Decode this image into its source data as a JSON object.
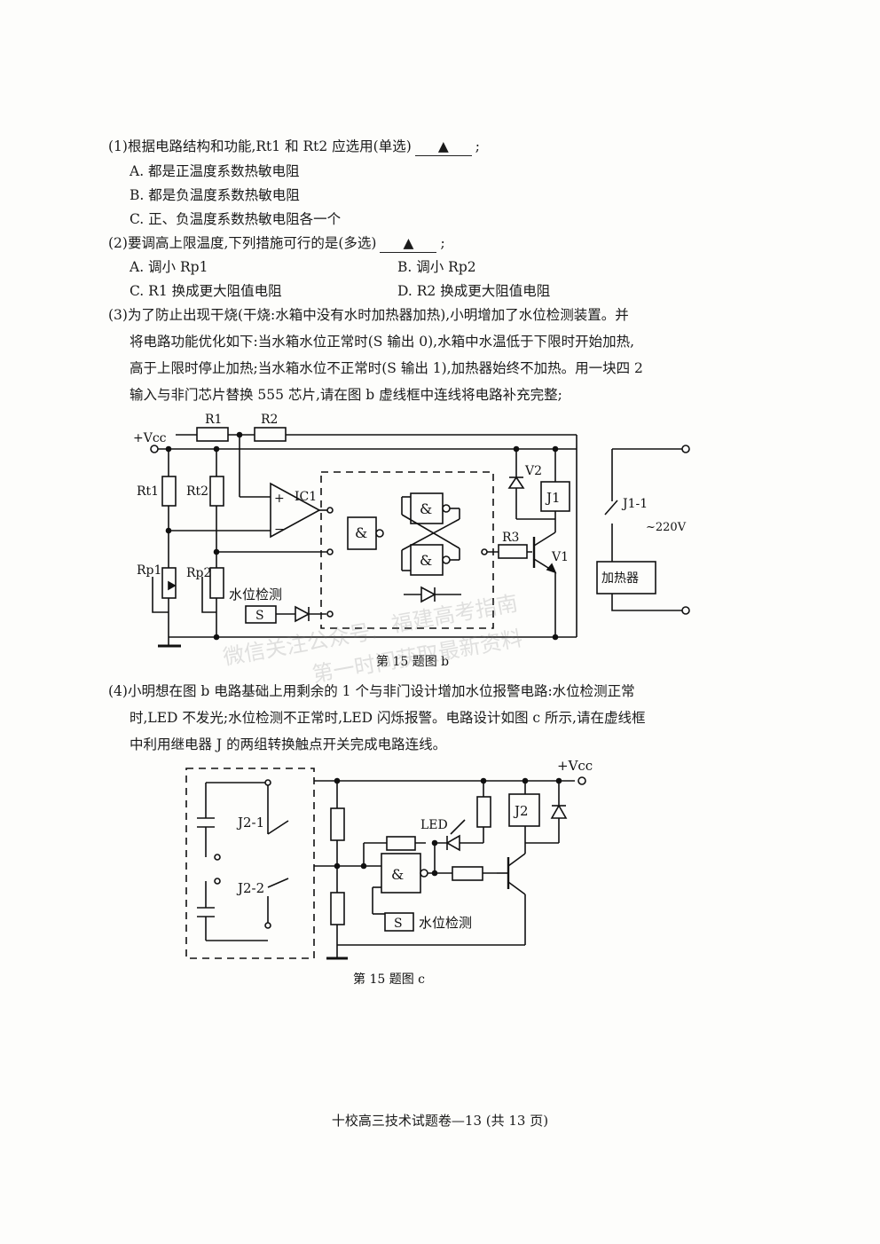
{
  "q1": {
    "stem": "(1)根据电路结构和功能,Rt1 和 Rt2 应选用(单选)",
    "blank_mark": "▲",
    "end": ";",
    "options": [
      "A. 都是正温度系数热敏电阻",
      "B. 都是负温度系数热敏电阻",
      "C. 正、负温度系数热敏电阻各一个"
    ]
  },
  "q2": {
    "stem": "(2)要调高上限温度,下列措施可行的是(多选)",
    "blank_mark": "▲",
    "end": ";",
    "options": [
      "A. 调小 Rp1",
      "B. 调小 Rp2",
      "C. R1 换成更大阻值电阻",
      "D. R2 换成更大阻值电阻"
    ]
  },
  "q3": {
    "lines": [
      "(3)为了防止出现干烧(干烧:水箱中没有水时加热器加热),小明增加了水位检测装置。并",
      "将电路功能优化如下:当水箱水位正常时(S 输出 0),水箱中水温低于下限时开始加热,",
      "高于上限时停止加热;当水箱水位不正常时(S 输出 1),加热器始终不加热。用一块四 2",
      "输入与非门芯片替换 555 芯片,请在图 b 虚线框中连线将电路补充完整;"
    ]
  },
  "figure_b": {
    "caption": "第 15 题图 b",
    "labels": {
      "vcc": "+Vcc",
      "r1": "R1",
      "r2": "R2",
      "rt1": "Rt1",
      "rt2": "Rt2",
      "rp1": "Rp1",
      "rp2": "Rp2",
      "ic1": "IC1",
      "plus": "+",
      "minus": "−",
      "amp": "&",
      "v2": "V2",
      "j1": "J1",
      "r3": "R3",
      "v1": "V1",
      "j11": "J1-1",
      "ac": "~220V",
      "heater": "加热器",
      "water": "水位检测",
      "s": "S"
    }
  },
  "q4": {
    "lines": [
      "(4)小明想在图 b 电路基础上用剩余的 1 个与非门设计增加水位报警电路:水位检测正常",
      "时,LED 不发光;水位检测不正常时,LED 闪烁报警。电路设计如图 c 所示,请在虚线框",
      "中利用继电器 J 的两组转换触点开关完成电路连线。"
    ]
  },
  "figure_c": {
    "caption": "第 15 题图 c",
    "labels": {
      "vcc": "+Vcc",
      "j21": "J2-1",
      "j22": "J2-2",
      "led": "LED",
      "j2": "J2",
      "amp": "&",
      "s": "S",
      "water": "水位检测"
    }
  },
  "footer": "十校高三技术试题卷—13 (共 13 页)",
  "watermarks": [
    "微信关注公众号:",
    "福建高考指南",
    "第一时间获取最新资料"
  ]
}
